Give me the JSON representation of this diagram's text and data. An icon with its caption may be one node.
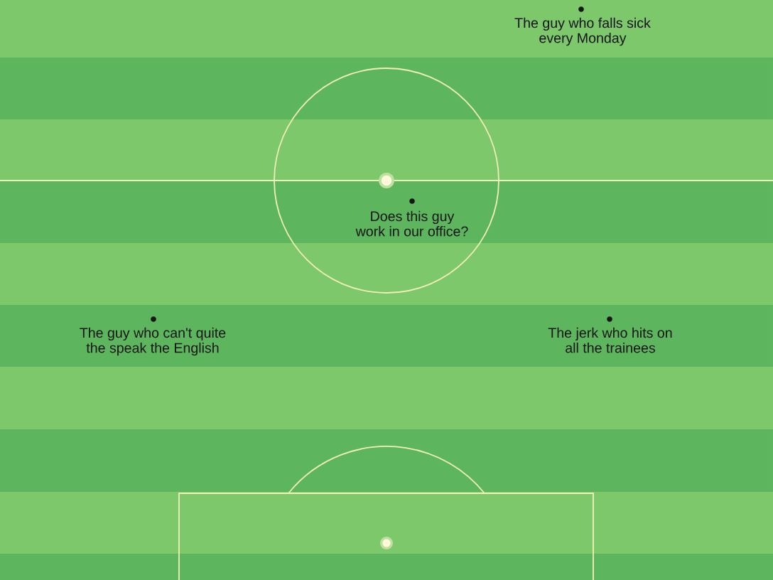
{
  "diagram": {
    "labels": [
      "The guy who falls sick every Monday",
      "Does this guy work in our office?",
      "The guy who can't quite the speak the English",
      "The jerk who hits on all the trainees"
    ]
  }
}
